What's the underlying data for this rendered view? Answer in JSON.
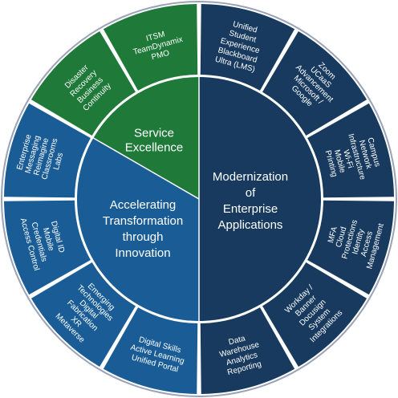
{
  "colors": {
    "navy": "#173a5e",
    "blue": "#1a5d96",
    "green": "#1f7a3a",
    "border": "#9aa3b5",
    "background": "#ffffff"
  },
  "center": [
    {
      "key": "service",
      "color": "green",
      "lines": [
        "Service",
        "Excellence"
      ]
    },
    {
      "key": "modernization",
      "color": "navy",
      "lines": [
        "Modernization",
        "of",
        "Enterprise",
        "Applications"
      ]
    },
    {
      "key": "accelerating",
      "color": "blue",
      "lines": [
        "Accelerating",
        "Transformation",
        "through",
        "Innovation"
      ]
    }
  ],
  "segments": [
    {
      "key": "unified-student-experience",
      "color": "navy",
      "lines": [
        "Unified",
        "Student",
        "Experience",
        "Blackboard",
        "Ultra (LMS)"
      ]
    },
    {
      "key": "zoom-ucaas",
      "color": "navy",
      "lines": [
        "Zoom",
        "UCaaS",
        "Advancement",
        "",
        "Microsoft /",
        "Google"
      ]
    },
    {
      "key": "campus-network",
      "color": "navy",
      "lines": [
        "Campus",
        "Network",
        "Infrastructure",
        "Wi-Fi",
        "Mobile",
        "Printing"
      ]
    },
    {
      "key": "mfa-cloud",
      "color": "navy",
      "lines": [
        "MFA",
        "Cloud",
        "Protections",
        "Identity",
        "Access",
        "Management"
      ]
    },
    {
      "key": "workday-banner",
      "color": "navy",
      "lines": [
        "Workday /",
        "Banner",
        "Docusign",
        "System",
        "Integrations"
      ]
    },
    {
      "key": "data-warehouse",
      "color": "navy",
      "lines": [
        "Data",
        "Warehouse",
        "Analytics",
        "Reporting"
      ]
    },
    {
      "key": "digital-skills",
      "color": "blue",
      "lines": [
        "Digital Skills",
        "Active Learning",
        "Unified Portal"
      ]
    },
    {
      "key": "emerging-technologies",
      "color": "blue",
      "lines": [
        "Emerging",
        "Technologies",
        "Digital",
        "Fabrication",
        "XR",
        "Metaverse"
      ]
    },
    {
      "key": "digital-id",
      "color": "blue",
      "lines": [
        "Digital ID",
        "Mobile",
        "Credentials",
        "Access Control"
      ]
    },
    {
      "key": "enterprise-messaging",
      "color": "blue",
      "lines": [
        "Enterprise",
        "Messaging",
        "",
        "Reimagine",
        "Classrooms",
        "Labs"
      ]
    },
    {
      "key": "disaster-recovery",
      "color": "green",
      "lines": [
        "Disaster",
        "Recovery",
        "Business",
        "Continuity"
      ]
    },
    {
      "key": "itsm",
      "color": "green",
      "lines": [
        "ITSM",
        "TeamDynamix",
        "PMO"
      ]
    }
  ]
}
